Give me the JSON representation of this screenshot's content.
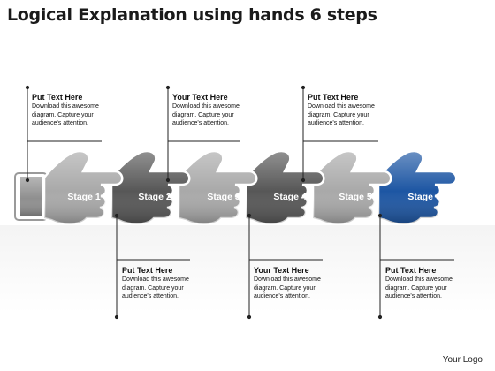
{
  "title": "Logical Explanation using hands 6 steps",
  "hands": [
    {
      "label": "Stage 1",
      "color": "#a9a9a9"
    },
    {
      "label": "Stage 2",
      "color": "#575757"
    },
    {
      "label": "Stage 3",
      "color": "#a9a9a9"
    },
    {
      "label": "Stage 4",
      "color": "#575757"
    },
    {
      "label": "Stage 5",
      "color": "#a9a9a9"
    },
    {
      "label": "Stage 6",
      "color": "#1d56a3"
    }
  ],
  "callouts": [
    {
      "heading": "Put Text Here",
      "body": "Download this awesome diagram. Capture your audience's attention."
    },
    {
      "heading": "Your Text Here",
      "body": "Download this awesome diagram. Capture your audience's attention."
    },
    {
      "heading": "Put Text Here",
      "body": "Download this awesome diagram. Capture your audience's attention."
    },
    {
      "heading": "Put Text Here",
      "body": "Download this awesome diagram. Capture your audience's attention."
    },
    {
      "heading": "Your Text Here",
      "body": "Download this awesome diagram. Capture your audience's attention."
    },
    {
      "heading": "Put Text Here",
      "body": "Download this awesome diagram. Capture your audience's attention."
    }
  ],
  "logo": "Your Logo"
}
